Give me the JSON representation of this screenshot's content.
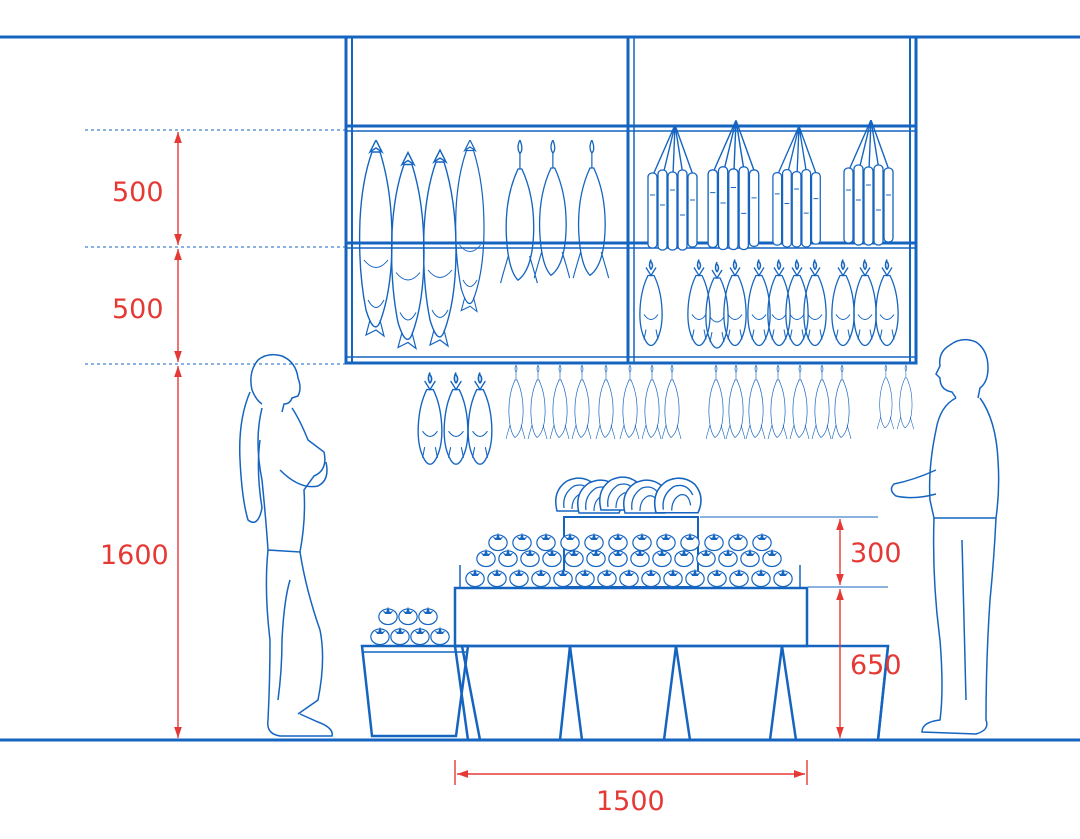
{
  "dimensions": {
    "rack_upper_tier": "500",
    "rack_lower_tier": "500",
    "hang_height": "1600",
    "table_top_tier": "300",
    "table_height": "650",
    "table_width": "1500"
  },
  "colors": {
    "line": "#1565c0",
    "dimension": "#e53935",
    "background": "#ffffff"
  }
}
